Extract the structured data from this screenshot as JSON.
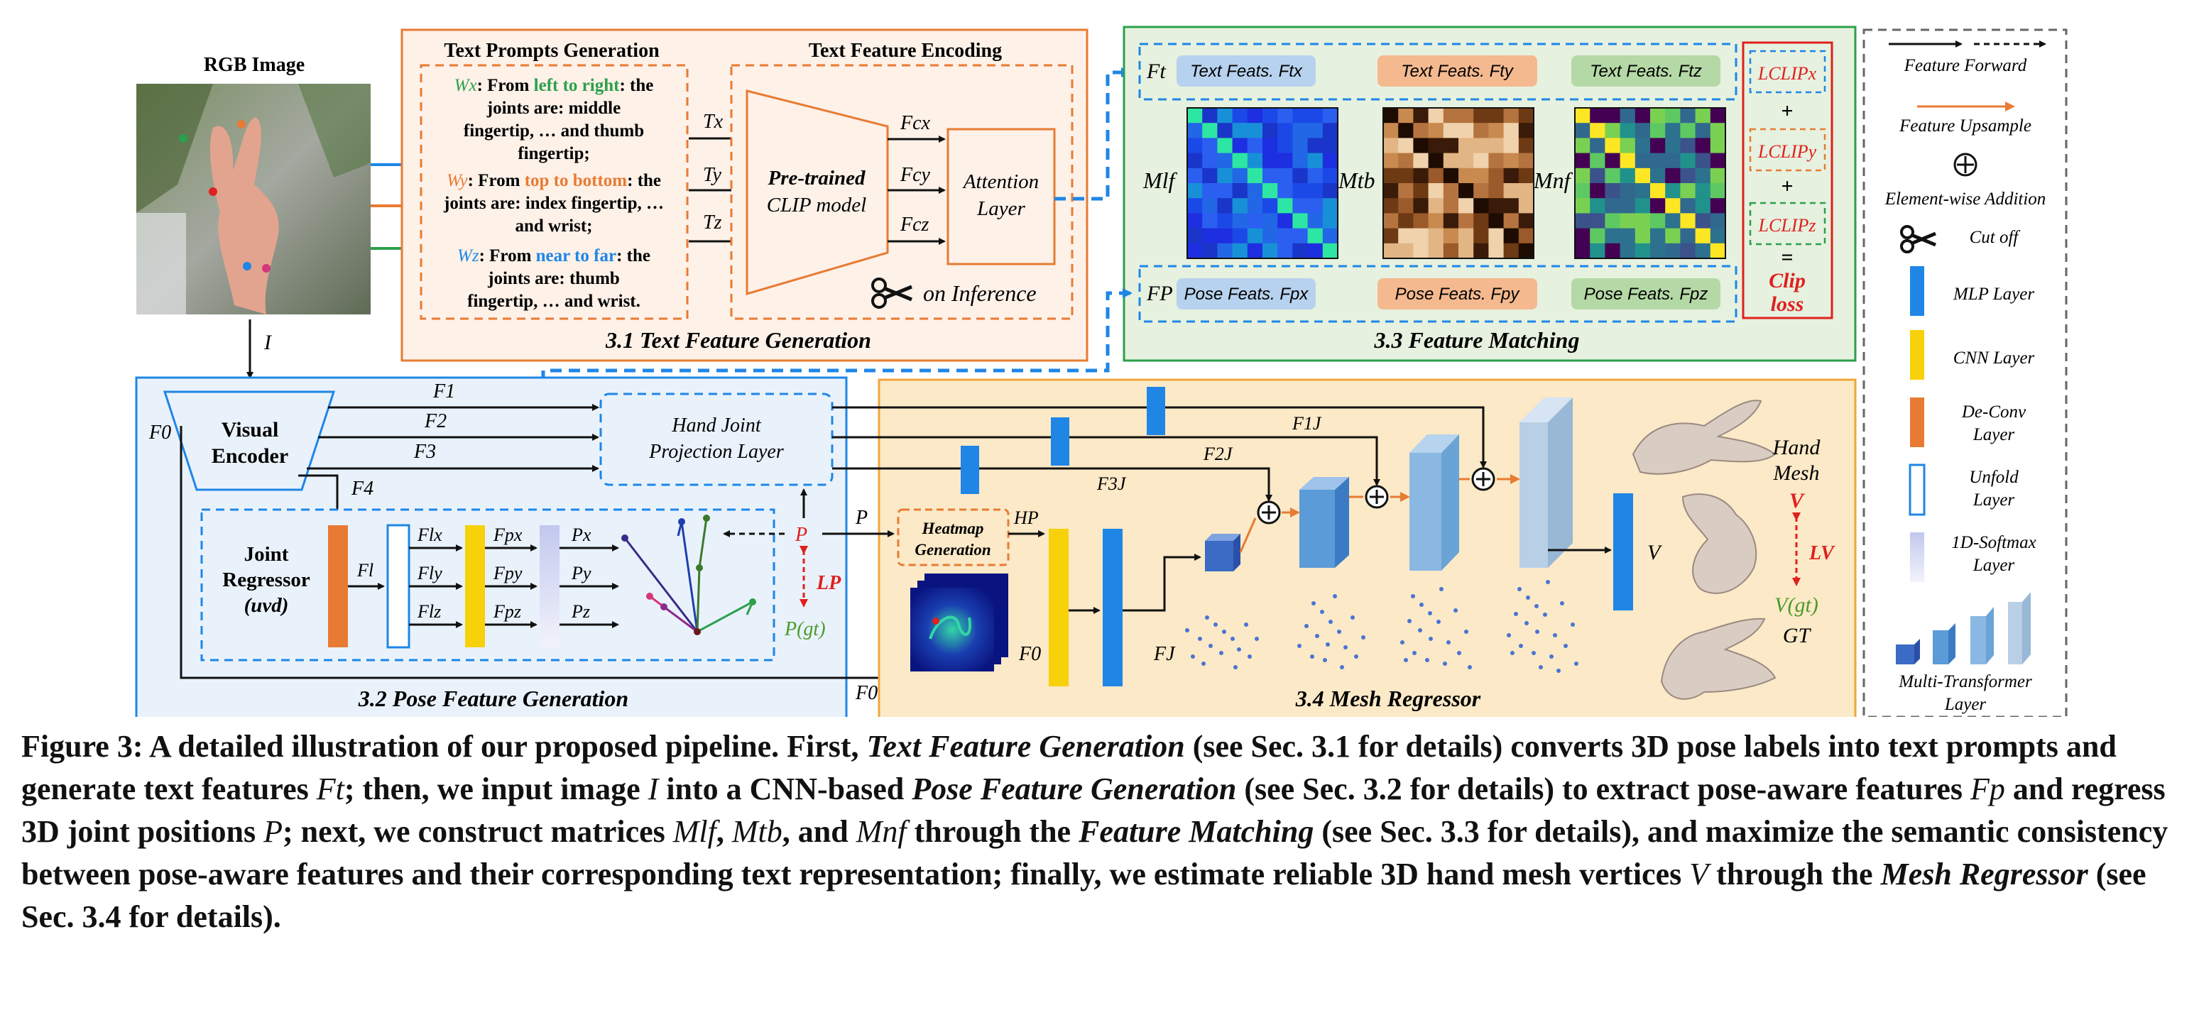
{
  "rgb_title": "RGB Image",
  "input_I": "I",
  "text_prompts": {
    "title": "Text Prompts Generation",
    "wx": {
      "var": "Wx",
      "pre": ": From ",
      "dir": "left to right",
      "post": ": the",
      "lines": [
        "joints are: middle",
        "fingertip, … and thumb",
        "fingertip;"
      ]
    },
    "wy": {
      "var": "Wy",
      "pre": ": From ",
      "dir": "top to bottom",
      "post": ": the",
      "lines": [
        "joints are: index fingertip, …",
        "and wrist;"
      ]
    },
    "wz": {
      "var": "Wz",
      "pre": ": From ",
      "dir": "near to far",
      "post": ": the",
      "lines": [
        "joints are: thumb",
        "fingertip, … and wrist."
      ]
    }
  },
  "text_encoding": {
    "title": "Text Feature Encoding",
    "clip_l1": "Pre-trained",
    "clip_l2": "CLIP model",
    "attn_l1": "Attention",
    "attn_l2": "Layer",
    "inference": "on Inference",
    "inputs": [
      "Tx",
      "Ty",
      "Tz"
    ],
    "outputs": [
      "Fcx",
      "Fcy",
      "Fcz"
    ]
  },
  "section_31": "3.1 Text Feature Generation",
  "feature_matching": {
    "ft": "Ft",
    "fp": "FP",
    "text_feats": [
      "Text Feats. Ftx",
      "Text Feats. Fty",
      "Text Feats. Ftz"
    ],
    "pose_feats": [
      "Pose Feats. Fpx",
      "Pose Feats. Fpy",
      "Pose Feats. Fpz"
    ],
    "matrices": [
      "Mlf",
      "Mtb",
      "Mnf"
    ],
    "losses": [
      "LCLIPx",
      "LCLIPy",
      "LCLIPz"
    ],
    "plus": "+",
    "equals": "=",
    "clip_loss_l1": "Clip",
    "clip_loss_l2": "loss",
    "title": "3.3 Feature Matching"
  },
  "pose_gen": {
    "visual_l1": "Visual",
    "visual_l2": "Encoder",
    "f0": "F0",
    "f1": "F1",
    "f2": "F2",
    "f3": "F3",
    "f4": "F4",
    "hjp_l1": "Hand Joint",
    "hjp_l2": "Projection Layer",
    "jr_l1": "Joint",
    "jr_l2": "Regressor",
    "jr_l3": "(uvd)",
    "fl": "Fl",
    "flx": "Flx",
    "fly": "Fly",
    "flz": "Flz",
    "fpx": "Fpx",
    "fpy": "Fpy",
    "fpz": "Fpz",
    "px": "Px",
    "py": "Py",
    "pz": "Pz",
    "p": "P",
    "lp": "LP",
    "pgt": "P(gt)",
    "title": "3.2 Pose Feature Generation"
  },
  "mesh": {
    "heatmap_l1": "Heatmap",
    "heatmap_l2": "Generation",
    "hp": "HP",
    "p": "P",
    "f0": "F0",
    "fj": "FJ",
    "f1j": "F1J",
    "f2j": "F2J",
    "f3j": "F3J",
    "v": "V",
    "hand_l1": "Hand",
    "hand_l2": "Mesh",
    "v_red": "V",
    "lv": "LV",
    "vgt": "V(gt)",
    "gt": "GT",
    "title": "3.4 Mesh Regressor"
  },
  "legend": {
    "feature_forward": "Feature Forward",
    "feature_upsample": "Feature Upsample",
    "element_add": "Element-wise Addition",
    "cut_off": "Cut off",
    "mlp": "MLP Layer",
    "cnn": "CNN Layer",
    "deconv_l1": "De-Conv",
    "deconv_l2": "Layer",
    "unfold_l1": "Unfold",
    "unfold_l2": "Layer",
    "softmax_l1": "1D-Softmax",
    "softmax_l2": "Layer",
    "multi_l1": "Multi-Transformer",
    "multi_l2": "Layer"
  },
  "colors": {
    "orange": "#e87b33",
    "blue": "#1f86e6",
    "green_panel": "#e6f1df",
    "blue_panel": "#e9f2fb",
    "yellow_panel": "#fbe9c7",
    "peach_panel": "#fdf1e8",
    "red": "#e0201e",
    "cnn": "#f7d10a",
    "mlp": "#1f86e6",
    "deconv": "#e87b33"
  },
  "caption": {
    "p1": "Figure 3: A detailed illustration of our proposed pipeline. First, ",
    "i1": "Text Feature Generation",
    "p2": " (see Sec. 3.1 for details) converts 3D pose labels into text prompts and generate text features ",
    "m1": "Ft",
    "p3": "; then, we input image ",
    "m2": "I",
    "p4": " into a CNN-based ",
    "i2": "Pose Feature Generation",
    "p5": " (see Sec. 3.2 for details) to extract pose-aware features ",
    "m3": "Fp",
    "p6": " and regress 3D joint positions ",
    "m4": "P",
    "p7": "; next, we construct matrices ",
    "m5": "Mlf",
    "p8": ", ",
    "m6": "Mtb",
    "p9": ", and ",
    "m7": "Mnf",
    "p10": " through the ",
    "i3": "Feature Matching",
    "p11": " (see Sec. 3.3 for details), and maximize the semantic consistency between pose-aware features and their corresponding text representation; finally, we estimate reliable 3D hand mesh vertices ",
    "m8": "V",
    "p12": " through the ",
    "i4": "Mesh Regressor",
    "p13": " (see Sec. 3.4 for details)."
  }
}
